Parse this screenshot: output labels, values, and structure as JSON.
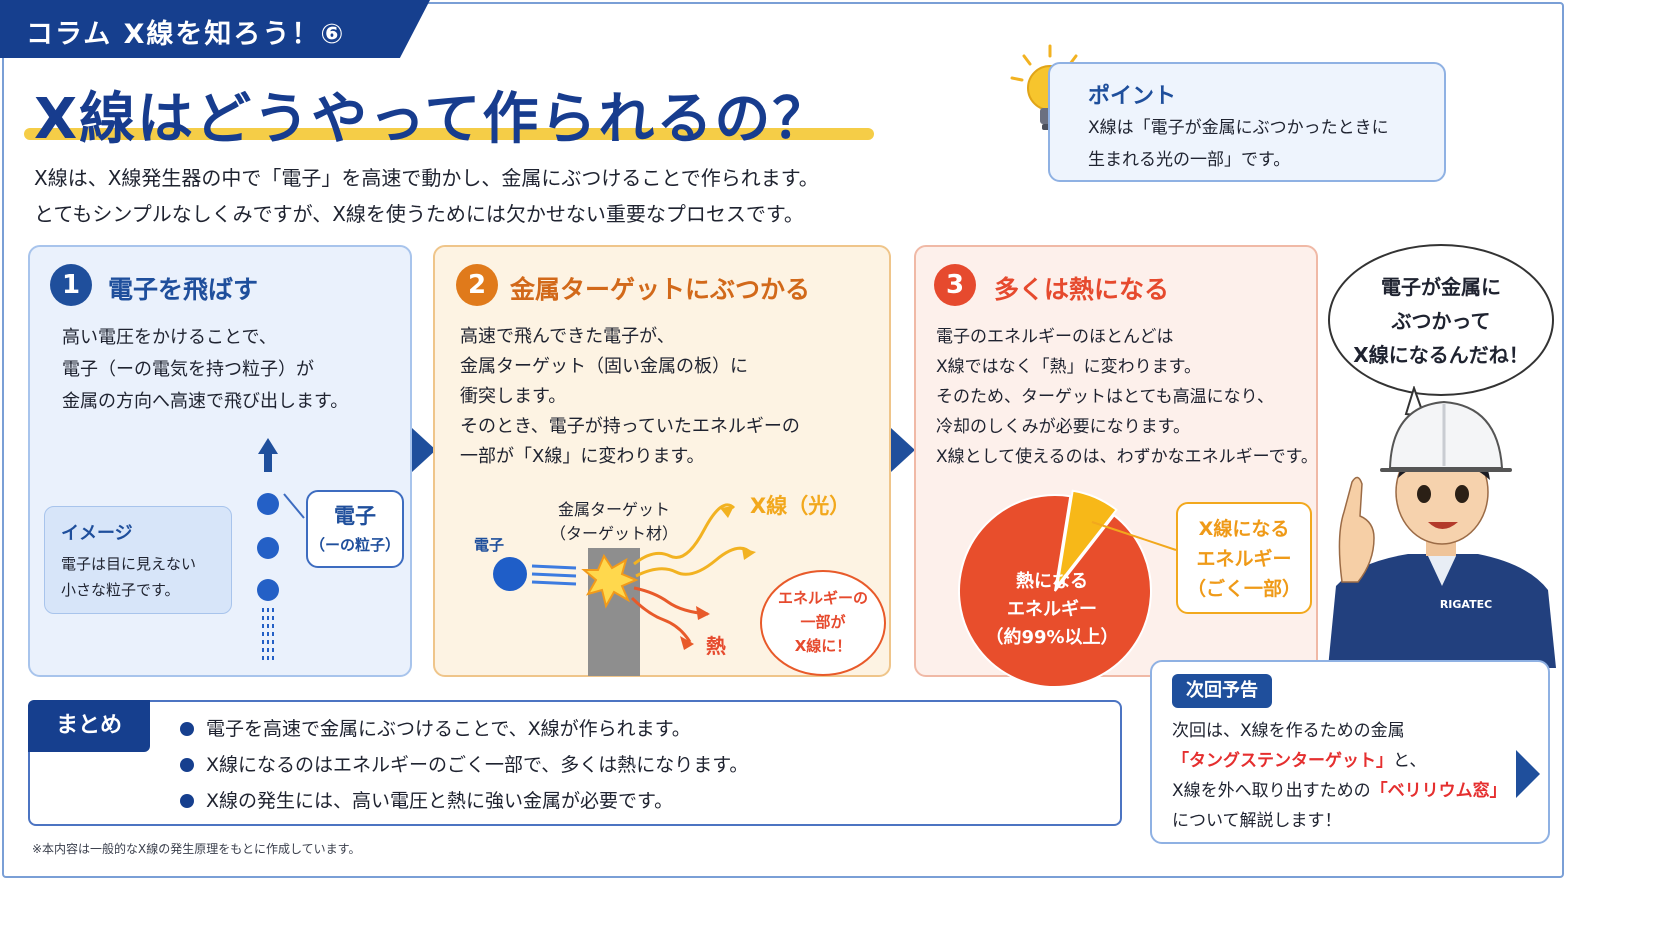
{
  "header": {
    "tab": "コラム X線を知ろう！⑥",
    "title": "X線はどうやって作られるの？",
    "intro": [
      "X線は、X線発生器の中で「電子」を高速で動かし、金属にぶつけることで作られます。",
      "とてもシンプルなしくみですが、X線を使うためには欠かせない重要なプロセスです。"
    ]
  },
  "point": {
    "heading": "ポイント",
    "lines": [
      "X線は「電子が金属にぶつかったときに",
      "生まれる光の一部」です。"
    ]
  },
  "steps": [
    {
      "number": "1",
      "heading": "電子を飛ばす",
      "lines": [
        "高い電圧をかけることで、",
        "電子（ーの電気を持つ粒子）が",
        "金属の方向へ高速で飛び出します。"
      ],
      "image_box": {
        "title": "イメージ",
        "lines": [
          "電子は目に見えない",
          "小さな粒子です。"
        ]
      },
      "label_lines": [
        "電子",
        "（ーの粒子）"
      ]
    },
    {
      "number": "2",
      "heading": "金属ターゲットにぶつかる",
      "lines": [
        "高速で飛んできた電子が、",
        "金属ターゲット（固い金属の板）に",
        "衝突します。",
        "そのとき、電子が持っていたエネルギーの",
        "一部が「X線」に変わります。"
      ],
      "target_label": [
        "金属ターゲット",
        "（ターゲット材）"
      ],
      "electron_label": "電子",
      "xray_label": "X線（光）",
      "heat_label": "熱",
      "bubble_lines": [
        "エネルギーの",
        "一部が",
        "X線に！"
      ]
    },
    {
      "number": "3",
      "heading": "多くは熱になる",
      "lines": [
        "電子のエネルギーのほとんどは",
        "X線ではなく「熱」に変わります。",
        "そのため、ターゲットはとても高温になり、",
        "冷却のしくみが必要になります。",
        "X線として使えるのは、わずかなエネルギーです。"
      ],
      "pie_heat_label": [
        "熱になる",
        "エネルギー",
        "（約99%以上）"
      ],
      "pie_xray_label": [
        "X線になる",
        "エネルギー",
        "（ごく一部）"
      ]
    }
  ],
  "speech": [
    "電子が金属に",
    "ぶつかって",
    "X線になるんだね！"
  ],
  "worker": {
    "badge": "RIGATEC"
  },
  "summary": {
    "tag": "まとめ",
    "items": [
      "電子を高速で金属にぶつけることで、X線が作られます。",
      "X線になるのはエネルギーのごく一部で、多くは熱になります。",
      "X線の発生には、高い電圧と熱に強い金属が必要です。"
    ]
  },
  "next": {
    "tag": "次回予告",
    "line1": "次回は、X線を作るための金属",
    "line2_red": "「タングステンターゲット」",
    "line2_rest": "と、",
    "line3_pre": "X線を外へ取り出すための",
    "line3_red": "「ベリリウム窓」",
    "line4": "について解説します！"
  },
  "footnote": "※本内容は一般的なX線の発生原理をもとに作成しています。",
  "colors": {
    "navy": "#163f8e",
    "orange": "#e07a1b",
    "red": "#e64a2e",
    "yellow": "#f5cd47"
  },
  "chart_data": {
    "type": "pie",
    "slices": [
      {
        "label": "熱になるエネルギー（約99%以上）",
        "value": 92,
        "color": "#e84e2c"
      },
      {
        "label": "X線になるエネルギー（ごく一部）",
        "value": 8,
        "color": "#f7b818"
      }
    ]
  }
}
